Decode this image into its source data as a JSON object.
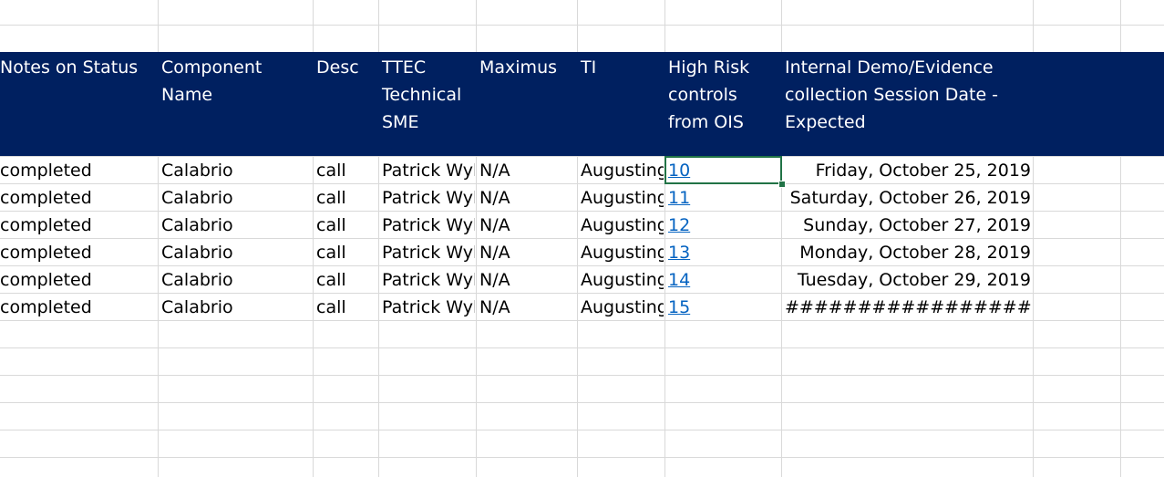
{
  "headers": [
    {
      "key": "notes",
      "label": "Notes on Status"
    },
    {
      "key": "component",
      "label": "Component Name"
    },
    {
      "key": "desc",
      "label": "Desc"
    },
    {
      "key": "sme",
      "label": "TTEC Technical SME"
    },
    {
      "key": "maximus",
      "label": "Maximus"
    },
    {
      "key": "ti",
      "label": "TI"
    },
    {
      "key": "highrisk",
      "label": "High Risk controls from OIS"
    },
    {
      "key": "session",
      "label": "Internal Demo/Evidence collection Session Date - Expected"
    }
  ],
  "rows": [
    {
      "notes": "completed",
      "component": "Calabrio",
      "desc": "call",
      "sme": "Patrick Wyl",
      "maximus": "N/A",
      "ti": "Augusting",
      "highrisk": "10",
      "session": "Friday, October 25, 2019"
    },
    {
      "notes": "completed",
      "component": "Calabrio",
      "desc": "call",
      "sme": "Patrick Wyl",
      "maximus": "N/A",
      "ti": "Augusting",
      "highrisk": "11",
      "session": "Saturday, October 26, 2019"
    },
    {
      "notes": "completed",
      "component": "Calabrio",
      "desc": "call",
      "sme": "Patrick Wyl",
      "maximus": "N/A",
      "ti": "Augusting",
      "highrisk": "12",
      "session": "Sunday, October 27, 2019"
    },
    {
      "notes": "completed",
      "component": "Calabrio",
      "desc": "call",
      "sme": "Patrick Wyl",
      "maximus": "N/A",
      "ti": "Augusting",
      "highrisk": "13",
      "session": "Monday, October 28, 2019"
    },
    {
      "notes": "completed",
      "component": "Calabrio",
      "desc": "call",
      "sme": "Patrick Wyl",
      "maximus": "N/A",
      "ti": "Augusting",
      "highrisk": "14",
      "session": "Tuesday, October 29, 2019"
    },
    {
      "notes": "completed",
      "component": "Calabrio",
      "desc": "call",
      "sme": "Patrick Wyl",
      "maximus": "N/A",
      "ti": "Augusting",
      "highrisk": "15",
      "session": "########################"
    }
  ],
  "colors": {
    "header_bg": "#002060",
    "header_text": "#ffffff",
    "gridline": "#d9d9d9",
    "hyperlink": "#0563c1",
    "selection": "#217346"
  }
}
